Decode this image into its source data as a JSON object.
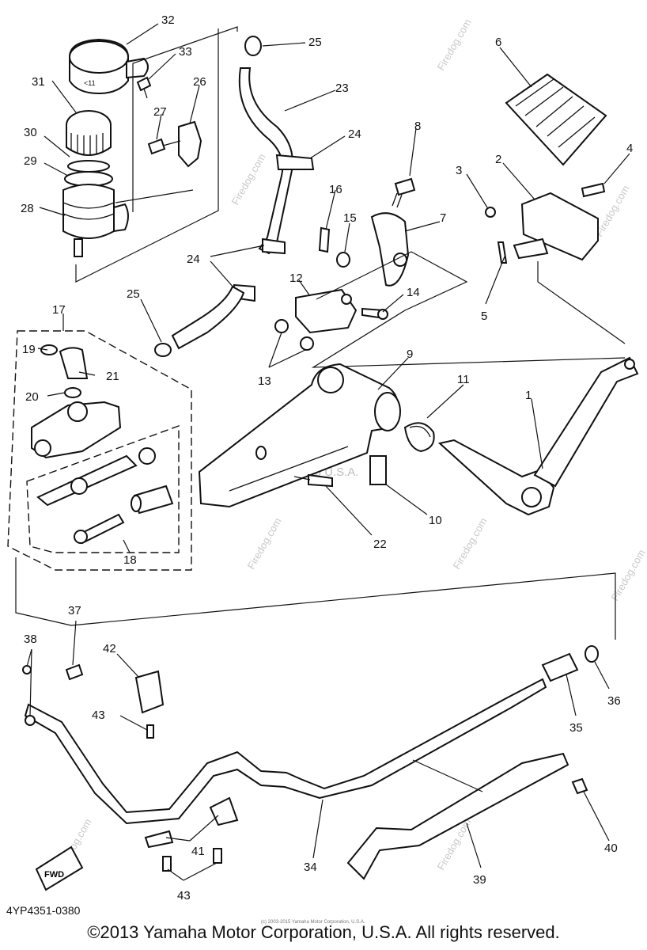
{
  "diagram": {
    "code": "4YP4351-0380",
    "copyright": "©2013 Yamaha Motor Corporation, U.S.A. All rights reserved.",
    "tiny_note": "(c) 2003-2015 Yamaha Motor Corporation, U.S.A.",
    "watermark_corp": "Yamaha Motor Corp U.S.A.",
    "watermark_site": "Firedog.com",
    "fwd_label": "FWD"
  },
  "callouts": [
    "1",
    "2",
    "3",
    "4",
    "5",
    "6",
    "7",
    "8",
    "9",
    "10",
    "11",
    "12",
    "13",
    "14",
    "15",
    "16",
    "17",
    "18",
    "19",
    "20",
    "21",
    "22",
    "23",
    "24",
    "25",
    "26",
    "27",
    "28",
    "29",
    "30",
    "31",
    "32",
    "33",
    "34",
    "35",
    "36",
    "37",
    "38",
    "39",
    "40",
    "41",
    "42",
    "43"
  ],
  "labels": [
    {
      "id": "32",
      "text": "32"
    },
    {
      "id": "33",
      "text": "33"
    },
    {
      "id": "31",
      "text": "31"
    },
    {
      "id": "26",
      "text": "26"
    },
    {
      "id": "27",
      "text": "27"
    },
    {
      "id": "30",
      "text": "30"
    },
    {
      "id": "29",
      "text": "29"
    },
    {
      "id": "28",
      "text": "28"
    },
    {
      "id": "25a",
      "text": "25"
    },
    {
      "id": "23",
      "text": "23"
    },
    {
      "id": "24a",
      "text": "24"
    },
    {
      "id": "8",
      "text": "8"
    },
    {
      "id": "6",
      "text": "6"
    },
    {
      "id": "4",
      "text": "4"
    },
    {
      "id": "3",
      "text": "3"
    },
    {
      "id": "2",
      "text": "2"
    },
    {
      "id": "16",
      "text": "16"
    },
    {
      "id": "15",
      "text": "15"
    },
    {
      "id": "7",
      "text": "7"
    },
    {
      "id": "24b",
      "text": "24"
    },
    {
      "id": "12",
      "text": "12"
    },
    {
      "id": "14",
      "text": "14"
    },
    {
      "id": "5",
      "text": "5"
    },
    {
      "id": "25b",
      "text": "25"
    },
    {
      "id": "17",
      "text": "17"
    },
    {
      "id": "19",
      "text": "19"
    },
    {
      "id": "21",
      "text": "21"
    },
    {
      "id": "13",
      "text": "13"
    },
    {
      "id": "9",
      "text": "9"
    },
    {
      "id": "11",
      "text": "11"
    },
    {
      "id": "1",
      "text": "1"
    },
    {
      "id": "20",
      "text": "20"
    },
    {
      "id": "22",
      "text": "22"
    },
    {
      "id": "10",
      "text": "10"
    },
    {
      "id": "18",
      "text": "18"
    },
    {
      "id": "37",
      "text": "37"
    },
    {
      "id": "38",
      "text": "38"
    },
    {
      "id": "42",
      "text": "42"
    },
    {
      "id": "43a",
      "text": "43"
    },
    {
      "id": "36",
      "text": "36"
    },
    {
      "id": "35",
      "text": "35"
    },
    {
      "id": "34",
      "text": "34"
    },
    {
      "id": "40",
      "text": "40"
    },
    {
      "id": "41",
      "text": "41"
    },
    {
      "id": "39",
      "text": "39"
    },
    {
      "id": "43b",
      "text": "43"
    }
  ]
}
